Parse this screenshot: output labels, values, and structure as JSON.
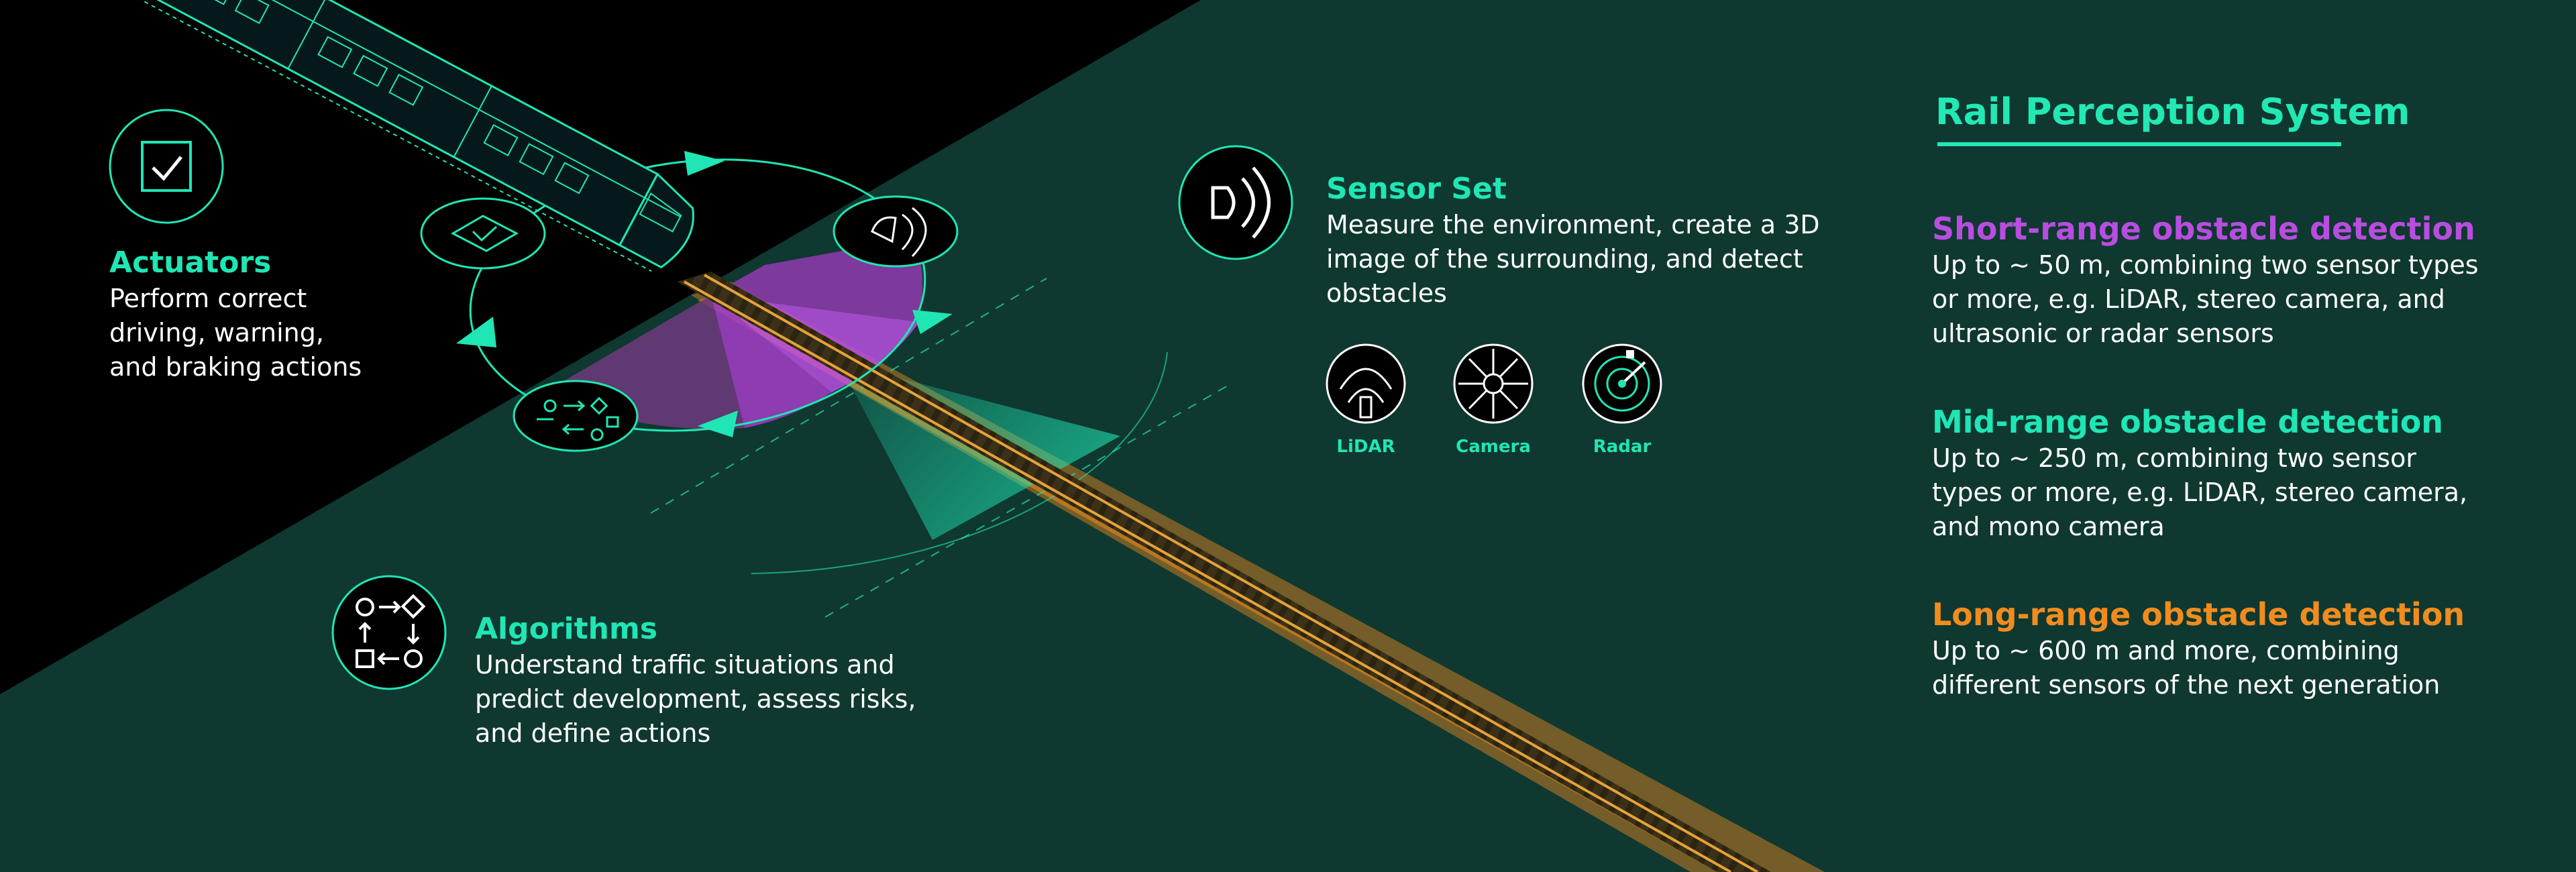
{
  "colors": {
    "background": "#0f3830",
    "dark_panel": "#000000",
    "teal_accent": "#1fe6b4",
    "short_range": "#b84de0",
    "mid_range": "#1fe6b4",
    "long_range": "#f08c1e"
  },
  "actuators": {
    "title": "Actuators",
    "body": "Perform correct\ndriving, warning,\nand braking actions",
    "icon": "checkbox-icon"
  },
  "sensor_set": {
    "title": "Sensor Set",
    "body": "Measure the environment, create a 3D\nimage of the surrounding, and detect\nobstacles",
    "icon": "sensor-wave-icon",
    "sensors": [
      {
        "label": "LiDAR",
        "icon": "lidar-icon"
      },
      {
        "label": "Camera",
        "icon": "camera-icon"
      },
      {
        "label": "Radar",
        "icon": "radar-icon"
      }
    ]
  },
  "algorithms": {
    "title": "Algorithms",
    "body": "Understand traffic situations and\npredict development, assess risks,\nand define actions",
    "icon": "flow-shapes-icon"
  },
  "panel": {
    "title": "Rail Perception System",
    "items": [
      {
        "title": "Short-range obstacle detection",
        "body": "Up to ~ 50 m, combining two sensor types\nor more, e.g. LiDAR, stereo camera, and\nultrasonic or radar sensors",
        "color": "#b84de0"
      },
      {
        "title": "Mid-range obstacle detection",
        "body": "Up to ~ 250 m, combining two sensor\ntypes or more, e.g. LiDAR, stereo camera,\nand mono camera",
        "color": "#1fe6b4"
      },
      {
        "title": "Long-range obstacle detection",
        "body": "Up to ~ 600 m and more, combining\ndifferent sensors of the next generation",
        "color": "#f08c1e"
      }
    ]
  }
}
